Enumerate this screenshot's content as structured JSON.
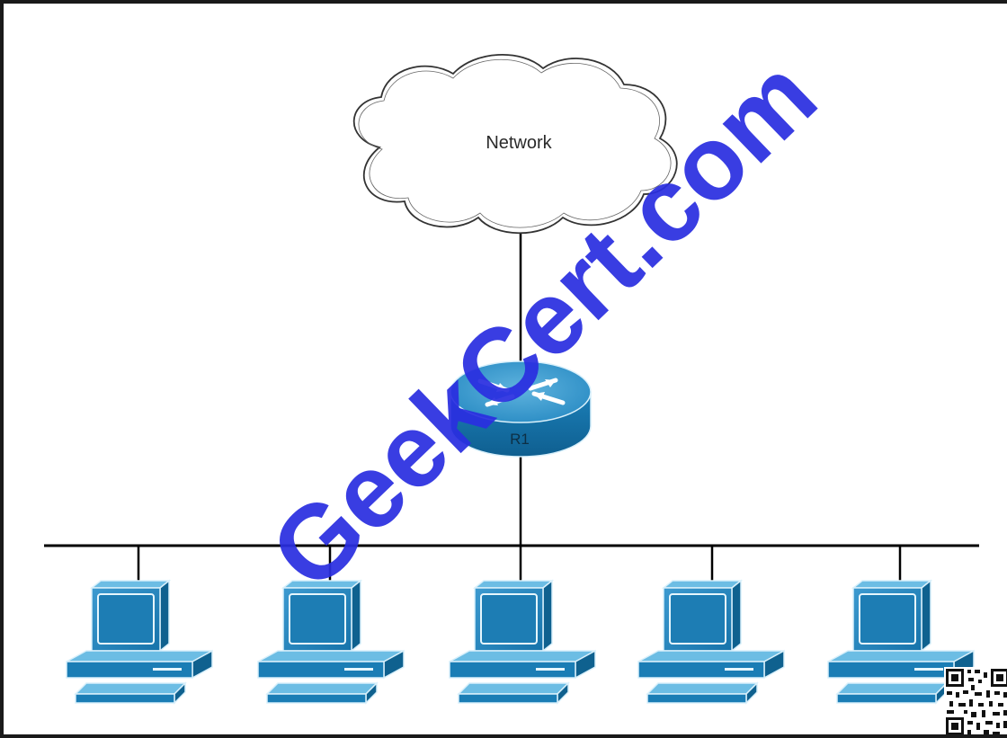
{
  "diagram": {
    "nodes": {
      "cloud": {
        "label": "Network"
      },
      "router": {
        "label": "R1"
      },
      "pcs": [
        {
          "id": "pc-1"
        },
        {
          "id": "pc-2"
        },
        {
          "id": "pc-3"
        },
        {
          "id": "pc-4"
        },
        {
          "id": "pc-5"
        }
      ]
    },
    "links": [
      {
        "from": "cloud",
        "to": "router"
      },
      {
        "from": "router",
        "to": "lan-bus"
      },
      {
        "from": "lan-bus",
        "to": "pc-1"
      },
      {
        "from": "lan-bus",
        "to": "pc-2"
      },
      {
        "from": "lan-bus",
        "to": "pc-3"
      },
      {
        "from": "lan-bus",
        "to": "pc-4"
      },
      {
        "from": "lan-bus",
        "to": "pc-5"
      }
    ]
  },
  "watermark": {
    "text": "GeekCert.com",
    "color": "#2a2ee0"
  },
  "colors": {
    "device_fill": "#1a7db5",
    "device_light": "#52abd8",
    "device_dark": "#0e5e8c",
    "link": "#000000"
  }
}
